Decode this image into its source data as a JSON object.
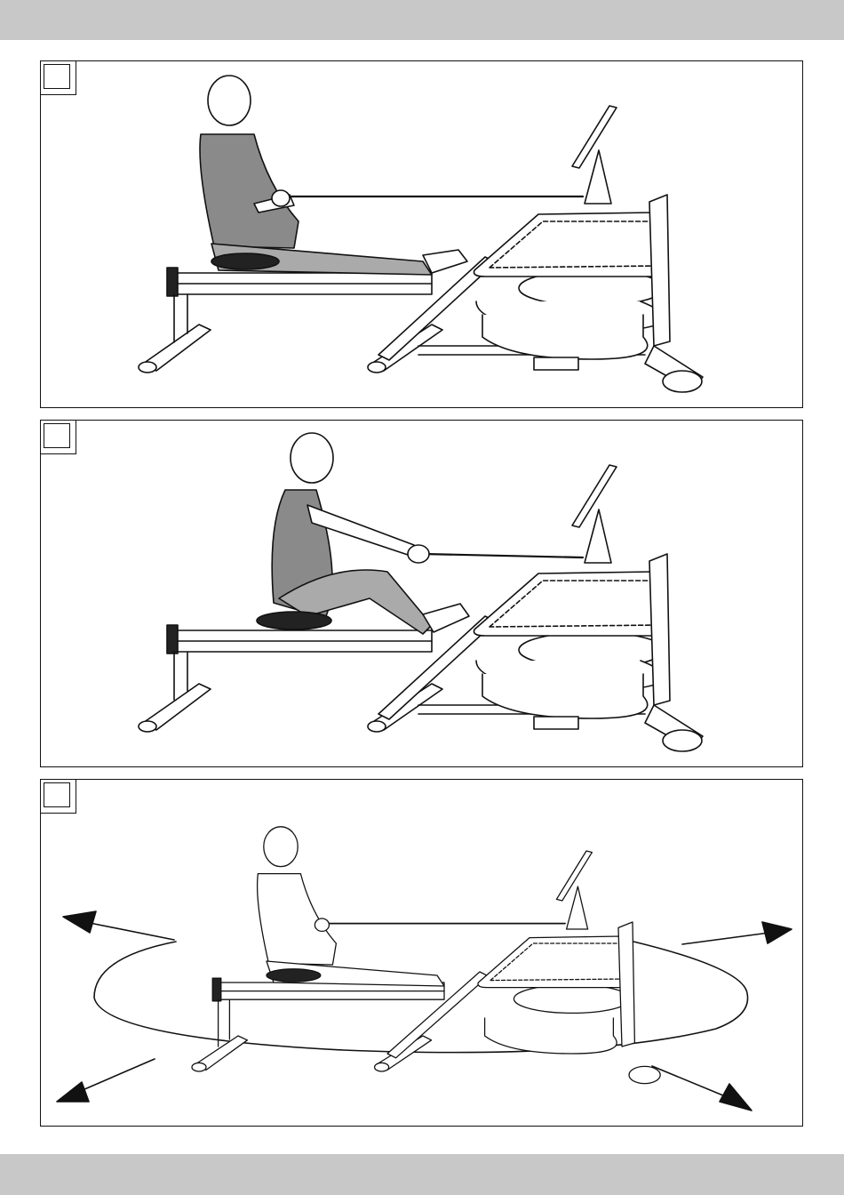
{
  "document": {
    "title": "",
    "panels": [
      {
        "id": "panel-1",
        "step_label": "",
        "pose": "finish"
      },
      {
        "id": "panel-2",
        "step_label": "",
        "pose": "catch"
      },
      {
        "id": "panel-3",
        "step_label": "",
        "pose": "clearance"
      }
    ]
  },
  "colors": {
    "band": "#c8c8c8",
    "line": "#111111",
    "shade": "#8a8a8a",
    "seat": "#222222"
  },
  "icons": [
    "rowing-machine-illustration",
    "person-figure",
    "arrow-icon",
    "clearance-ellipse"
  ]
}
